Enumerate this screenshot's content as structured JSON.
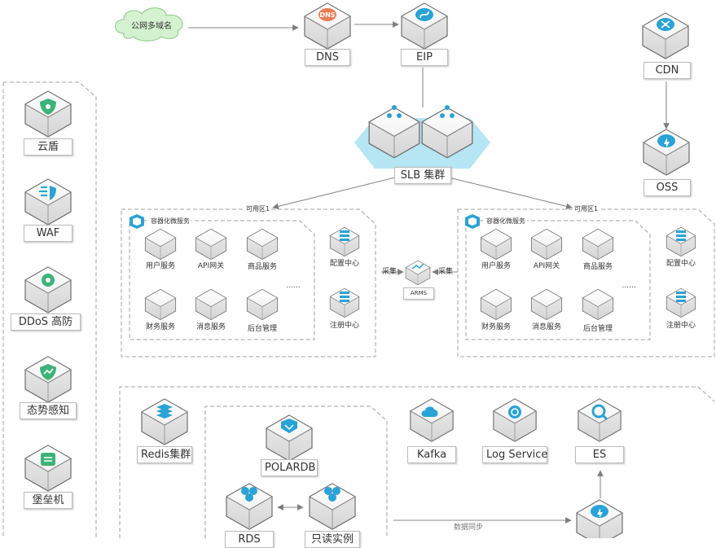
{
  "colors": {
    "accent": "#2aa3d6",
    "line": "#8a8a8a",
    "dash": "#a0a0a0",
    "hex": "#a9e0f2",
    "cloud": "#d4f2cf"
  },
  "internet": {
    "label": "公网多域名"
  },
  "dns": {
    "label": "DNS",
    "icon": "dns-icon"
  },
  "eip": {
    "label": "EIP",
    "icon": "eip-icon"
  },
  "cdn": {
    "label": "CDN",
    "icon": "cdn-icon"
  },
  "oss": {
    "label": "OSS",
    "icon": "oss-icon"
  },
  "slb": {
    "label": "SLB 集群",
    "icon": "slb-icon"
  },
  "security": [
    {
      "label": "云盾",
      "icon": "shield-cloud-icon"
    },
    {
      "label": "WAF",
      "icon": "waf-icon"
    },
    {
      "label": "DDoS 高防",
      "icon": "ddos-icon"
    },
    {
      "label": "态势感知",
      "icon": "situation-awareness-icon"
    },
    {
      "label": "堡垒机",
      "icon": "bastion-host-icon"
    }
  ],
  "zones": [
    {
      "label": "可用区1",
      "group_label": "容器化微服务",
      "services": [
        "用户服务",
        "API网关",
        "商品服务",
        "财务服务",
        "消息服务",
        "后台管理"
      ],
      "ellipsis": "......",
      "config": "配置中心",
      "registry": "注册中心"
    },
    {
      "label": "可用区1",
      "group_label": "容器化微服务",
      "services": [
        "用户服务",
        "API网关",
        "商品服务",
        "财务服务",
        "消息服务",
        "后台管理"
      ],
      "ellipsis": "......",
      "config": "配置中心",
      "registry": "注册中心"
    }
  ],
  "arms": {
    "label": "ARMS",
    "collect_left": "采集",
    "collect_right": "采集"
  },
  "data_layer": {
    "redis": "Redis集群",
    "polardb": "POLARDB",
    "rds": "RDS",
    "readonly": "只读实例",
    "kafka": "Kafka",
    "log_service": "Log Service",
    "es": "ES",
    "sync_label": "数据同步"
  }
}
